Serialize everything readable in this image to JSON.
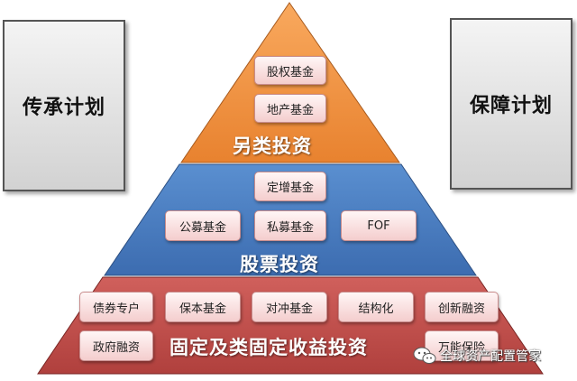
{
  "side_left_label": "传承计划",
  "side_right_label": "保障计划",
  "tiers": {
    "alternative": {
      "title": "另类投资",
      "items": [
        "股权基金",
        "地产基金"
      ]
    },
    "stock": {
      "title": "股票投资",
      "items": [
        "定增基金",
        "公募基金",
        "私募基金",
        "FOF"
      ]
    },
    "fixed": {
      "title": "固定及类固定收益投资",
      "items": [
        "债券专户",
        "保本基金",
        "对冲基金",
        "结构化",
        "创新融资",
        "政府融资",
        "万能保险"
      ]
    }
  },
  "watermark_text": "全球资产配置管家",
  "colors": {
    "alternative": "#f79646",
    "stock": "#4f81bd",
    "fixed": "#c0504d",
    "side_box": "#d9d9d9"
  },
  "watermark_icon": "wechat-icon"
}
